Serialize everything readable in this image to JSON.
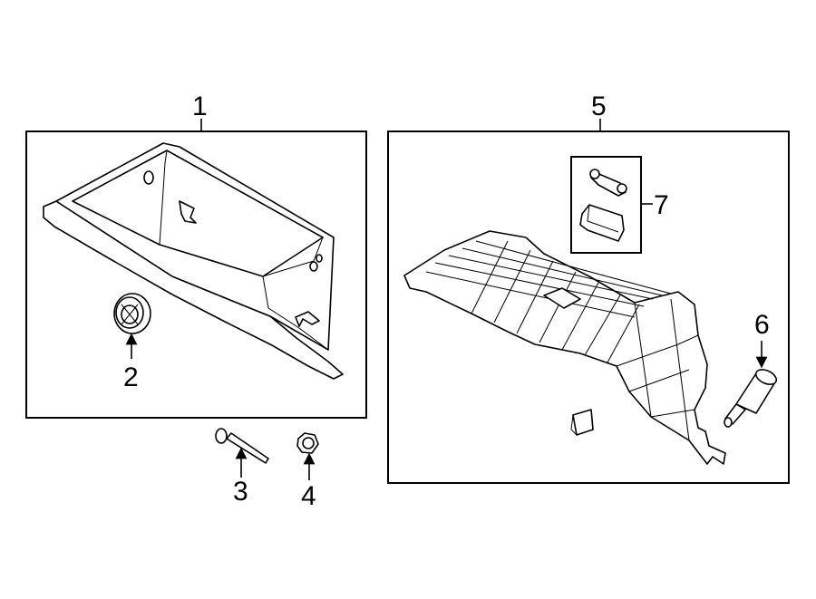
{
  "callouts": {
    "c1": "1",
    "c2": "2",
    "c3": "3",
    "c4": "4",
    "c5": "5",
    "c6": "6",
    "c7": "7"
  },
  "parts": [
    {
      "ref": "1",
      "icon": "glove-box-bin-icon"
    },
    {
      "ref": "2",
      "icon": "round-bumper-icon"
    },
    {
      "ref": "3",
      "icon": "pin-icon"
    },
    {
      "ref": "4",
      "icon": "hex-nut-icon"
    },
    {
      "ref": "5",
      "icon": "glove-box-housing-icon"
    },
    {
      "ref": "6",
      "icon": "damper-icon"
    },
    {
      "ref": "7",
      "icon": "latch-kit-icon"
    }
  ]
}
